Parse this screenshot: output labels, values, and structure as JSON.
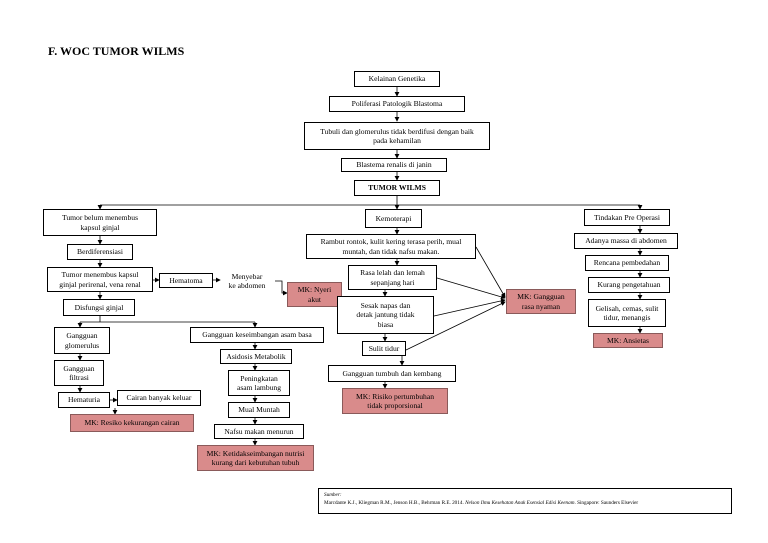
{
  "title": "F. WOC TUMOR WILMS",
  "center": {
    "genetic": "Kelainan Genetika",
    "proliferation": "Poliferasi Patologik Blastoma",
    "tubuli": "Tubuli dan glomerulus tidak berdifusi dengan baik\npada kehamilan",
    "blastema": "Blastema renalis di janin",
    "tumor": "TUMOR WILMS"
  },
  "left": {
    "not_penetrate": "Tumor belum menembus\nkapsul ginjal",
    "differentiate": "Berdiferensiasi",
    "penetrate": "Tumor menembus kapsul\nginjal perirenal, vena renal",
    "hematoma": "Hematoma",
    "spread": "Menyebar\nke abdomen",
    "mk_pain": "MK: Nyeri\nakut",
    "dysfunction": "Disfungsi ginjal",
    "glomerulus": "Gangguan\nglomerulus",
    "filtration": "Gangguan\nfiltrasi",
    "hematuria": "Hematuria",
    "fluid_loss": "Cairan banyak keluar",
    "mk_fluid": "MK: Resiko kekurangan cairan",
    "acid_base": "Gangguan keseimbangan asam basa",
    "acidosis": "Asidosis Metabolik",
    "stomach_acid": "Peningkatan\nasam lambung",
    "nausea": "Mual Muntah",
    "appetite": "Nafsu makan menurun",
    "mk_nutrition": "MK: Ketidakseimbangan nutrisi\nkurang dari kebutuhan tubuh"
  },
  "middle": {
    "chemo": "Kemoterapi",
    "side_effects": "Rambut rontok, kulit kering terasa perih, mual\nmuntah, dan tidak nafsu makan.",
    "fatigue": "Rasa lelah dan lemah\nsepanjang hari",
    "breath": "Sesak napas dan\ndetak jantung tidak\nbiasa",
    "sleep": "Sulit tidur",
    "growth": "Gangguan tumbuh dan kembang",
    "mk_growth": "MK: Risiko pertumbuhan\ntidak proporsional",
    "mk_comfort": "MK: Gangguan\nrasa nyaman"
  },
  "right": {
    "preop": "Tindakan Pre Operasi",
    "mass": "Adanya massa di abdomen",
    "plan": "Rencana pembedahan",
    "knowledge": "Kurang pengetahuan",
    "anxious": "Gelisah, cemas, sulit\ntidur, menangis",
    "mk_anxiety": "MK: Ansietas"
  },
  "source": {
    "label": "Sumber:",
    "authors": "Marcdante K.J., Kliegman R.M., Jenson H.B., Behrman R.E. 2014.",
    "book": "Nelson Ilmu Kesehatan Anak Esensial Edisi Keenam",
    "publisher": ". Singapore: Saunders Elsevier"
  }
}
